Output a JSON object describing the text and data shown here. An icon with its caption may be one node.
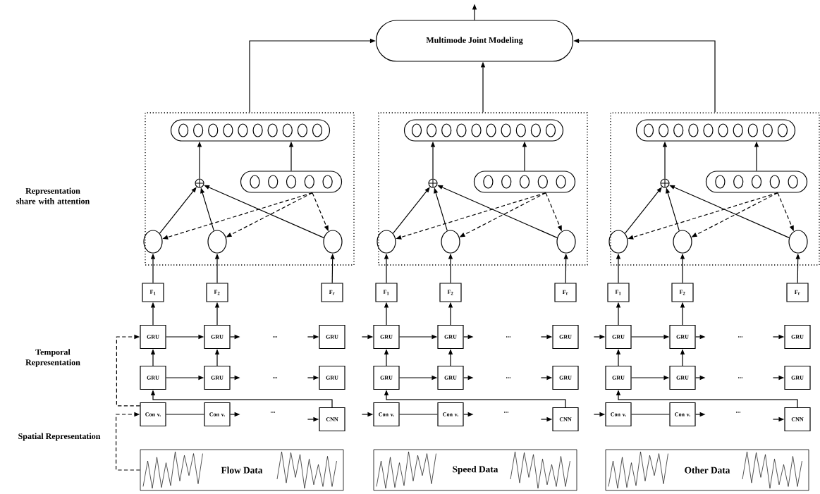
{
  "diagram": {
    "nodes": [
      {
        "text": [
          "Multimode Joint Modeling"
        ]
      },
      {
        "text": [],
        "shape": "box"
      },
      {
        "text": [],
        "shape": "capsule",
        "in": 1
      },
      {
        "text": [],
        "shape": "capsule",
        "in": 1
      },
      {
        "text": [],
        "shape": "circle",
        "in": 1
      },
      {
        "text": [],
        "shape": "ellipse",
        "in": 1
      },
      {
        "text": [],
        "shape": "ellipse",
        "in": 1
      },
      {
        "text": [],
        "shape": "ellipse",
        "in": 1
      },
      {
        "text": [
          "F$_{1}$"
        ]
      },
      {
        "text": [
          "F$_{2}$"
        ]
      },
      {
        "text": [
          "F$_{r}$"
        ]
      },
      {
        "text": [
          "GRU"
        ]
      },
      {
        "text": [
          "GRU"
        ]
      },
      {
        "text": [
          "GRU"
        ]
      },
      {
        "text": [
          "GRU"
        ]
      },
      {
        "text": [
          "GRU"
        ]
      },
      {
        "text": [
          "GRU"
        ]
      },
      {
        "text": [
          "Con v."
        ]
      },
      {
        "text": [
          "Con v."
        ]
      },
      {
        "text": [
          "CNN"
        ]
      },
      {
        "text": [
          "Flow Data"
        ]
      },
      {
        "text": [],
        "shape": "box"
      },
      {
        "text": [],
        "shape": "capsule",
        "in": 21
      },
      {
        "text": [],
        "shape": "capsule",
        "in": 21
      },
      {
        "text": [],
        "shape": "circle",
        "in": 21
      },
      {
        "text": [],
        "shape": "ellipse",
        "in": 21
      },
      {
        "text": [],
        "shape": "ellipse",
        "in": 21
      },
      {
        "text": [],
        "shape": "ellipse",
        "in": 21
      },
      {
        "text": [
          "F$_{1}$"
        ]
      },
      {
        "text": [
          "F$_{2}$"
        ]
      },
      {
        "text": [
          "F$_{r}$"
        ]
      },
      {
        "text": [
          "GRU"
        ]
      },
      {
        "text": [
          "GRU"
        ]
      },
      {
        "text": [
          "GRU"
        ]
      },
      {
        "text": [
          "GRU"
        ]
      },
      {
        "text": [
          "GRU"
        ]
      },
      {
        "text": [
          "GRU"
        ]
      },
      {
        "text": [
          "Con v."
        ]
      },
      {
        "text": [
          "Con v."
        ]
      },
      {
        "text": [
          "CNN"
        ]
      },
      {
        "text": [
          "Speed Data"
        ]
      },
      {
        "text": [],
        "shape": "box"
      },
      {
        "text": [],
        "shape": "capsule",
        "in": 41
      },
      {
        "text": [],
        "shape": "capsule",
        "in": 41
      },
      {
        "text": [],
        "shape": "circle",
        "in": 41
      },
      {
        "text": [],
        "shape": "ellipse",
        "in": 41
      },
      {
        "text": [],
        "shape": "ellipse",
        "in": 41
      },
      {
        "text": [],
        "shape": "ellipse",
        "in": 41
      },
      {
        "text": [
          "F$_{1}$"
        ]
      },
      {
        "text": [
          "F$_{2}$"
        ]
      },
      {
        "text": [
          "F$_{r}$"
        ]
      },
      {
        "text": [
          "GRU"
        ]
      },
      {
        "text": [
          "GRU"
        ]
      },
      {
        "text": [
          "GRU"
        ]
      },
      {
        "text": [
          "GRU"
        ]
      },
      {
        "text": [
          "GRU"
        ]
      },
      {
        "text": [
          "GRU"
        ]
      },
      {
        "text": [
          "Con v."
        ]
      },
      {
        "text": [
          "Con v."
        ]
      },
      {
        "text": [
          "CNN"
        ]
      },
      {
        "text": [
          "Other Data"
        ]
      }
    ],
    "edges": [
      {
        "from": 1,
        "to": 0,
        "arrow": "to"
      },
      {
        "from": 4,
        "to": 2,
        "arrow": "to"
      },
      {
        "from": 3,
        "to": 2,
        "arrow": "to"
      },
      {
        "from": 5,
        "to": 4,
        "arrow": "to"
      },
      {
        "from": 6,
        "to": 4,
        "arrow": "to"
      },
      {
        "from": 7,
        "to": 4,
        "arrow": "to"
      },
      {
        "from": 3,
        "to": 5,
        "arrow": "to",
        "style": "dashed"
      },
      {
        "from": 3,
        "to": 6,
        "arrow": "to",
        "style": "dashed"
      },
      {
        "from": 3,
        "to": 7,
        "arrow": "to",
        "style": "dashed"
      },
      {
        "from": 8,
        "to": 5,
        "arrow": "to"
      },
      {
        "from": 9,
        "to": 6,
        "arrow": "to"
      },
      {
        "from": 10,
        "to": 7,
        "arrow": "to"
      },
      {
        "from": 11,
        "to": 8,
        "arrow": "to"
      },
      {
        "from": 12,
        "to": 9,
        "arrow": "to"
      },
      {
        "from": 14,
        "to": 11,
        "arrow": "to"
      },
      {
        "from": 15,
        "to": 12,
        "arrow": "to"
      },
      {
        "from": 11,
        "to": 12,
        "arrow": "to"
      },
      {
        "from": 14,
        "to": 15,
        "arrow": "to"
      },
      {
        "from": 12,
        "to": null,
        "arrow": "to"
      },
      {
        "from": null,
        "to": 13,
        "arrow": "to"
      },
      {
        "from": 15,
        "to": null,
        "arrow": "to"
      },
      {
        "from": null,
        "to": 16,
        "arrow": "to"
      },
      {
        "from": 17,
        "to": 18,
        "arrow": "none"
      },
      {
        "from": 18,
        "to": null,
        "arrow": "to"
      },
      {
        "from": null,
        "to": 19,
        "arrow": "to"
      },
      {
        "from": 19,
        "to": 14,
        "arrow": "to"
      },
      {
        "from": 17,
        "to": 11,
        "arrow": "to",
        "style": "dashed"
      },
      {
        "from": 20,
        "to": 17,
        "arrow": "to",
        "style": "dashed"
      },
      {
        "from": 21,
        "to": 0,
        "arrow": "to"
      },
      {
        "from": 24,
        "to": 22,
        "arrow": "to"
      },
      {
        "from": 23,
        "to": 22,
        "arrow": "to"
      },
      {
        "from": 25,
        "to": 24,
        "arrow": "to"
      },
      {
        "from": 26,
        "to": 24,
        "arrow": "to"
      },
      {
        "from": 27,
        "to": 24,
        "arrow": "to"
      },
      {
        "from": 23,
        "to": 25,
        "arrow": "to",
        "style": "dashed"
      },
      {
        "from": 23,
        "to": 26,
        "arrow": "to",
        "style": "dashed"
      },
      {
        "from": 23,
        "to": 27,
        "arrow": "to",
        "style": "dashed"
      },
      {
        "from": 28,
        "to": 25,
        "arrow": "to"
      },
      {
        "from": 29,
        "to": 26,
        "arrow": "to"
      },
      {
        "from": 30,
        "to": 27,
        "arrow": "to"
      },
      {
        "from": 31,
        "to": 28,
        "arrow": "to"
      },
      {
        "from": 32,
        "to": 29,
        "arrow": "to"
      },
      {
        "from": 34,
        "to": 31,
        "arrow": "to"
      },
      {
        "from": 35,
        "to": 32,
        "arrow": "to"
      },
      {
        "from": 31,
        "to": 32,
        "arrow": "to"
      },
      {
        "from": 34,
        "to": 35,
        "arrow": "to"
      },
      {
        "from": 32,
        "to": null,
        "arrow": "to"
      },
      {
        "from": null,
        "to": 33,
        "arrow": "to"
      },
      {
        "from": 35,
        "to": null,
        "arrow": "to"
      },
      {
        "from": null,
        "to": 36,
        "arrow": "to"
      },
      {
        "from": 37,
        "to": 38,
        "arrow": "none"
      },
      {
        "from": 38,
        "to": null,
        "arrow": "to"
      },
      {
        "from": null,
        "to": 39,
        "arrow": "to"
      },
      {
        "from": 39,
        "to": 34,
        "arrow": "to"
      },
      {
        "from": null,
        "to": 31,
        "arrow": "to"
      },
      {
        "from": null,
        "to": 37,
        "arrow": "to"
      },
      {
        "from": 41,
        "to": 0,
        "arrow": "to"
      },
      {
        "from": 44,
        "to": 42,
        "arrow": "to"
      },
      {
        "from": 43,
        "to": 42,
        "arrow": "to"
      },
      {
        "from": 45,
        "to": 44,
        "arrow": "to"
      },
      {
        "from": 46,
        "to": 44,
        "arrow": "to"
      },
      {
        "from": 47,
        "to": 44,
        "arrow": "to"
      },
      {
        "from": 43,
        "to": 45,
        "arrow": "to",
        "style": "dashed"
      },
      {
        "from": 43,
        "to": 46,
        "arrow": "to",
        "style": "dashed"
      },
      {
        "from": 43,
        "to": 47,
        "arrow": "to",
        "style": "dashed"
      },
      {
        "from": 48,
        "to": 45,
        "arrow": "to"
      },
      {
        "from": 49,
        "to": 46,
        "arrow": "to"
      },
      {
        "from": 50,
        "to": 47,
        "arrow": "to"
      },
      {
        "from": 51,
        "to": 48,
        "arrow": "to"
      },
      {
        "from": 52,
        "to": 49,
        "arrow": "to"
      },
      {
        "from": 54,
        "to": 51,
        "arrow": "to"
      },
      {
        "from": 55,
        "to": 52,
        "arrow": "to"
      },
      {
        "from": 51,
        "to": 52,
        "arrow": "to"
      },
      {
        "from": 54,
        "to": 55,
        "arrow": "to"
      },
      {
        "from": 52,
        "to": null,
        "arrow": "to"
      },
      {
        "from": null,
        "to": 53,
        "arrow": "to"
      },
      {
        "from": 55,
        "to": null,
        "arrow": "to"
      },
      {
        "from": null,
        "to": 56,
        "arrow": "to"
      },
      {
        "from": 57,
        "to": 58,
        "arrow": "none"
      },
      {
        "from": 58,
        "to": null,
        "arrow": "to"
      },
      {
        "from": null,
        "to": 59,
        "arrow": "to"
      },
      {
        "from": 59,
        "to": 54,
        "arrow": "to"
      },
      {
        "from": null,
        "to": 51,
        "arrow": "to"
      },
      {
        "from": null,
        "to": 57,
        "arrow": "to"
      },
      {
        "from": 0,
        "to": null,
        "arrow": "to"
      }
    ],
    "labels": [
      "Representation share with attention",
      "Temporal Representation",
      "Spatial Representation",
      "...",
      "...",
      "...",
      "...",
      "...",
      "...",
      "...",
      "...",
      "..."
    ]
  }
}
